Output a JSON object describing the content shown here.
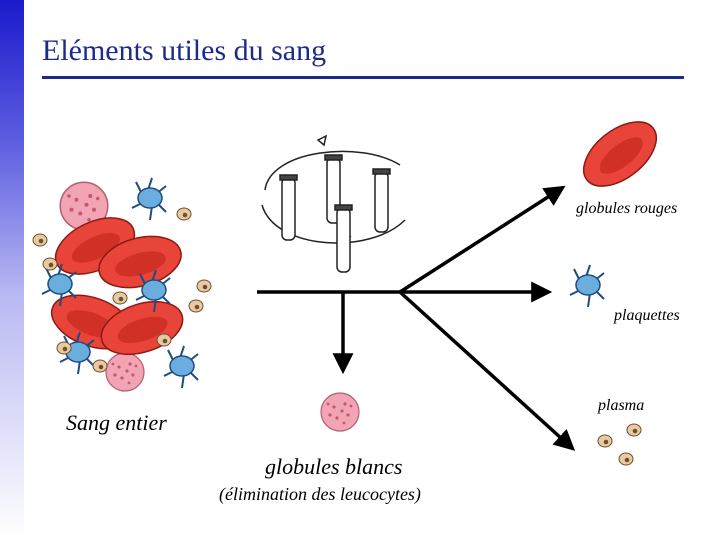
{
  "slide": {
    "title": "Eléments utiles du sang"
  },
  "labels": {
    "whole_blood": "Sang entier",
    "red_cells": "globules rouges",
    "platelets": "plaquettes",
    "plasma": "plasma",
    "white_cells": "globules blancs",
    "white_cells_note": "(élimination des leucocytes)"
  },
  "colors": {
    "title": "#1c2a8c",
    "red_cell": "#e8443a",
    "platelet": "#6aaee0",
    "white_cell": "#f2a4b4",
    "plasma_cell": "#e7c9a2"
  }
}
